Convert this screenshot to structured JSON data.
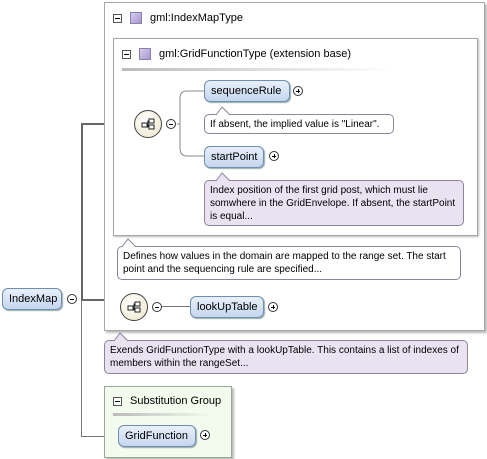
{
  "root": {
    "label": "IndexMap"
  },
  "index_map_type": {
    "title": "gml:IndexMapType",
    "note": "Exends GridFunctionType with a lookUpTable. This contains a list of indexes of members within the rangeSet..."
  },
  "grid_function_type": {
    "title": "gml:GridFunctionType (extension base)",
    "note": "Defines how values in the domain are mapped to the range set. The start point and the sequencing rule are specified..."
  },
  "elements": {
    "sequence_rule": {
      "label": "sequenceRule",
      "note": "If absent, the implied value is \"Linear\"."
    },
    "start_point": {
      "label": "startPoint",
      "note": "Index position of the first grid post, which must lie somwhere in the GridEnvelope. If absent, the startPoint is equal..."
    },
    "look_up_table": {
      "label": "lookUpTable"
    }
  },
  "substitution_group": {
    "title": "Substitution Group",
    "members": [
      {
        "label": "GridFunction"
      }
    ]
  },
  "icons": {
    "collapse": "minus-box-icon",
    "expand": "plus-circle-icon",
    "complex_type": "complex-type-icon",
    "sequence": "sequence-compositor-icon"
  }
}
